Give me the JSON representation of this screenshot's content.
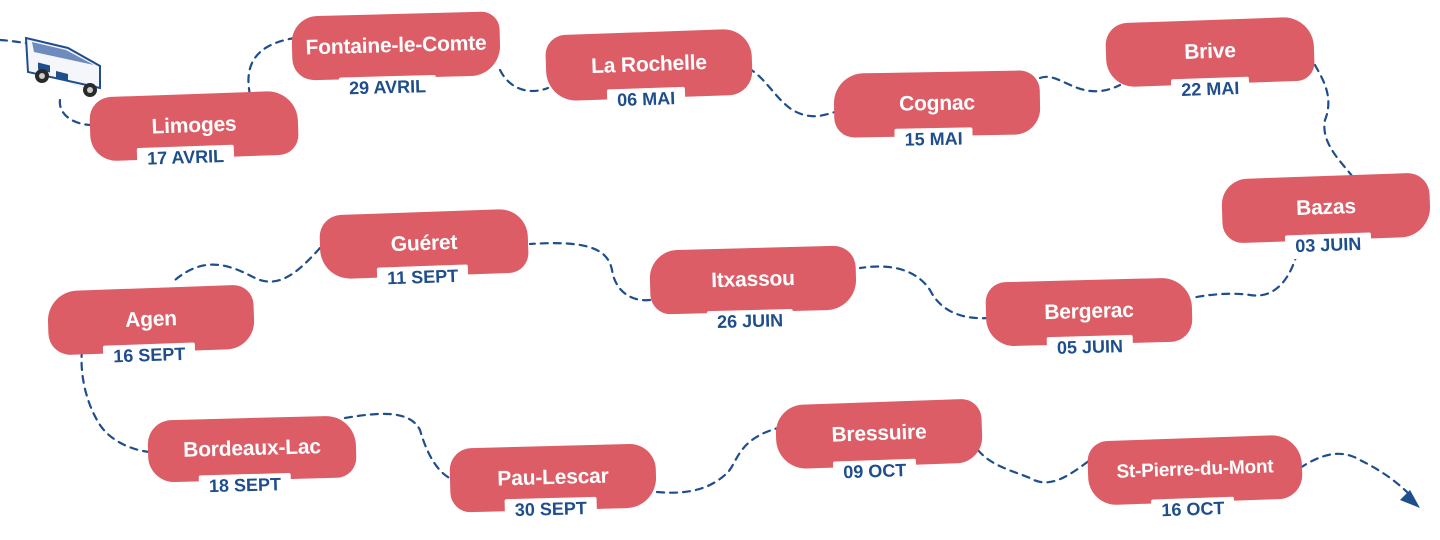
{
  "colors": {
    "blob": "#dc5d66",
    "date_text": "#1f4e8c",
    "route": "#1f4e8c",
    "city_text": "#ffffff"
  },
  "icons": {
    "vehicle": "van-icon",
    "end": "arrowhead-icon"
  },
  "stops": [
    {
      "city": "Limoges",
      "date": "17 AVRIL"
    },
    {
      "city": "Fontaine-le-Comte",
      "date": "29 AVRIL"
    },
    {
      "city": "La Rochelle",
      "date": "06 MAI"
    },
    {
      "city": "Cognac",
      "date": "15 MAI"
    },
    {
      "city": "Brive",
      "date": "22 MAI"
    },
    {
      "city": "Bazas",
      "date": "03 JUIN"
    },
    {
      "city": "Bergerac",
      "date": "05 JUIN"
    },
    {
      "city": "Itxassou",
      "date": "26 JUIN"
    },
    {
      "city": "Guéret",
      "date": "11 SEPT"
    },
    {
      "city": "Agen",
      "date": "16 SEPT"
    },
    {
      "city": "Bordeaux-Lac",
      "date": "18 SEPT"
    },
    {
      "city": "Pau-Lescar",
      "date": "30 SEPT"
    },
    {
      "city": "Bressuire",
      "date": "09 OCT"
    },
    {
      "city": "St-Pierre-du-Mont",
      "date": "16 OCT"
    }
  ]
}
